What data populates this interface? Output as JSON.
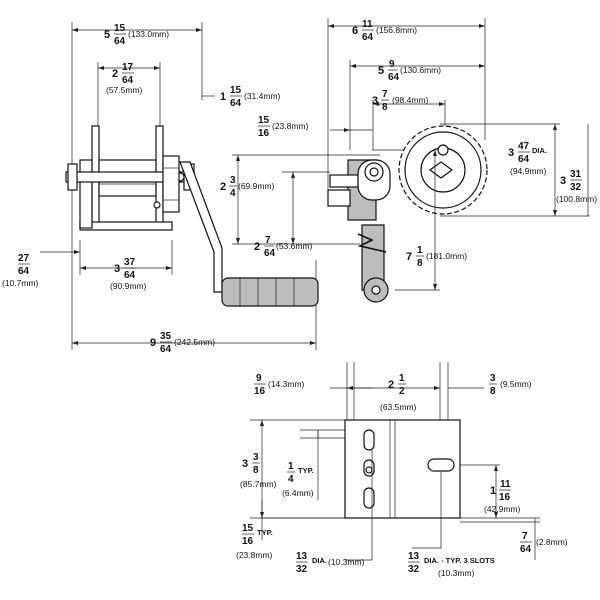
{
  "title": "",
  "dimensions": [
    {
      "id": "d1",
      "whole": "5",
      "num": "15",
      "den": "64",
      "metric": "(133.0mm)"
    },
    {
      "id": "d2",
      "whole": "2",
      "num": "17",
      "den": "64",
      "metric": "(57.5mm)"
    },
    {
      "id": "d3",
      "whole": "1",
      "num": "15",
      "den": "64",
      "metric": "(31.4mm)"
    },
    {
      "id": "d4",
      "whole": "",
      "num": "27",
      "den": "64",
      "metric": "(10.7mm)"
    },
    {
      "id": "d5",
      "whole": "3",
      "num": "37",
      "den": "64",
      "metric": "(90.9mm)"
    },
    {
      "id": "d6",
      "whole": "9",
      "num": "35",
      "den": "64",
      "metric": "(242.5mm)"
    },
    {
      "id": "d7",
      "whole": "6",
      "num": "11",
      "den": "64",
      "metric": "(156.8mm)"
    },
    {
      "id": "d8",
      "whole": "5",
      "num": "9",
      "den": "64",
      "metric": "(130.6mm)"
    },
    {
      "id": "d9",
      "whole": "3",
      "num": "7",
      "den": "8",
      "metric": "(98.4mm)"
    },
    {
      "id": "d10",
      "whole": "",
      "num": "15",
      "den": "16",
      "metric": "(23.8mm)"
    },
    {
      "id": "d11",
      "whole": "3",
      "num": "47",
      "den": "64",
      "metric": "(94.9mm)",
      "suffix": "DIA."
    },
    {
      "id": "d12",
      "whole": "3",
      "num": "31",
      "den": "32",
      "metric": "(100.8mm)"
    },
    {
      "id": "d13",
      "whole": "2",
      "num": "3",
      "den": "4",
      "metric": "(69.9mm)"
    },
    {
      "id": "d14",
      "whole": "2",
      "num": "7",
      "den": "64",
      "metric": "(53.6mm)"
    },
    {
      "id": "d15",
      "whole": "7",
      "num": "1",
      "den": "8",
      "metric": "(181.0mm)"
    },
    {
      "id": "d16",
      "whole": "",
      "num": "9",
      "den": "16",
      "metric": "(14.3mm)"
    },
    {
      "id": "d17",
      "whole": "2",
      "num": "1",
      "den": "2",
      "metric": "(63.5mm)"
    },
    {
      "id": "d18",
      "whole": "",
      "num": "3",
      "den": "8",
      "metric": "(9.5mm)"
    },
    {
      "id": "d19",
      "whole": "3",
      "num": "3",
      "den": "8",
      "metric": "(85.7mm)"
    },
    {
      "id": "d20",
      "whole": "",
      "num": "1",
      "den": "4",
      "metric": "(6.4mm)",
      "suffix": "TYP."
    },
    {
      "id": "d21",
      "whole": "1",
      "num": "11",
      "den": "16",
      "metric": "(42.9mm)"
    },
    {
      "id": "d22",
      "whole": "",
      "num": "15",
      "den": "16",
      "metric": "(23.8mm)",
      "suffix": "TYP."
    },
    {
      "id": "d23",
      "whole": "",
      "num": "7",
      "den": "64",
      "metric": "(2.8mm)"
    },
    {
      "id": "d24",
      "whole": "",
      "num": "13",
      "den": "32",
      "metric": "(10.3mm)",
      "suffix": "DIA."
    },
    {
      "id": "d25",
      "whole": "",
      "num": "13",
      "den": "32",
      "metric": "(10.3mm)",
      "suffix": "DIA. - TYP. 3 SLOTS"
    }
  ],
  "colors": {
    "line": "#222222",
    "fill": "#bdbdbd",
    "background": "#ffffff"
  }
}
